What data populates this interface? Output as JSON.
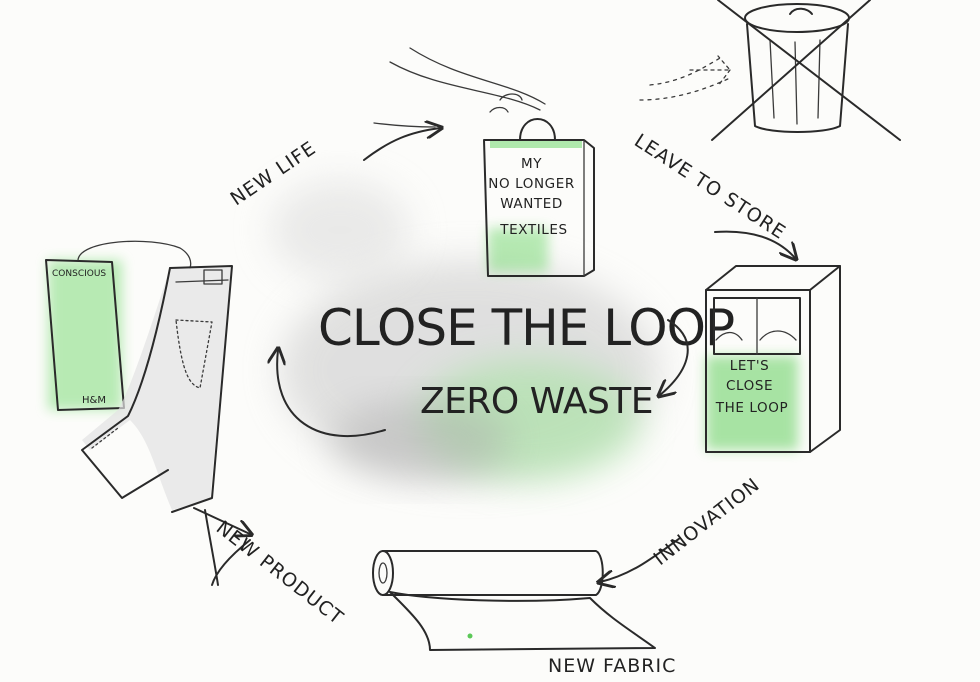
{
  "diagram": {
    "title": "CLOSE THE LOOP",
    "subtitle": "ZERO WASTE",
    "bag_text": [
      "MY",
      "NO LONGER",
      "WANTED",
      "TEXTILES"
    ],
    "bin_text": [
      "LET'S",
      "CLOSE",
      "THE LOOP"
    ],
    "tag_top": "CONSCIOUS",
    "tag_bottom": "H&M",
    "steps": {
      "leave_to_store": "LEAVE TO STORE",
      "innovation": "INNOVATION",
      "new_fabric": "NEW FABRIC",
      "new_product": "NEW PRODUCT",
      "new_life": "NEW LIFE"
    }
  },
  "colors": {
    "accent_green": "#6fd36a",
    "ink": "#2a2a2a",
    "wash_grey": "#bdbdbd"
  }
}
